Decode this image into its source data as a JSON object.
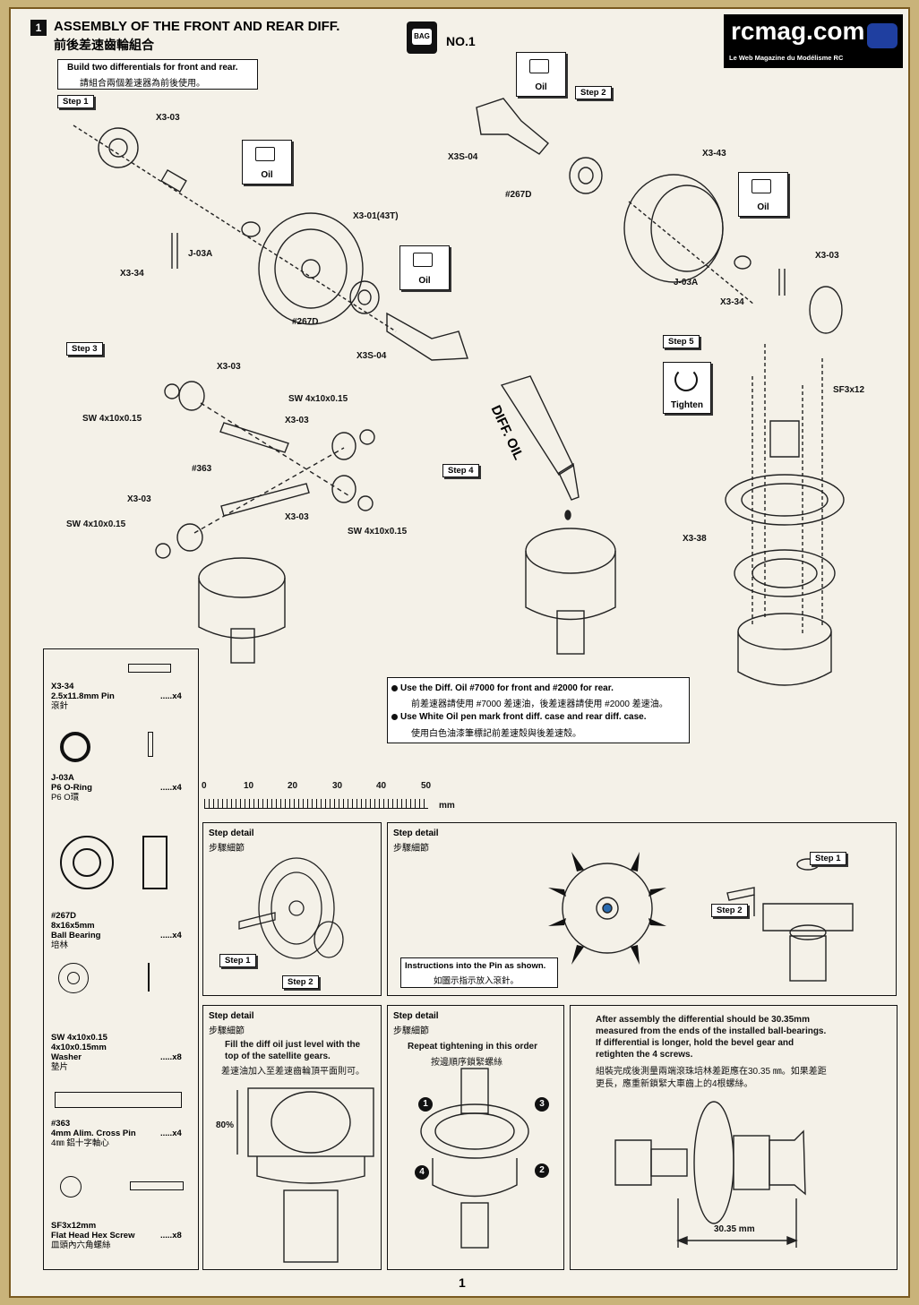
{
  "header": {
    "section_number": "1",
    "title": "ASSEMBLY OF THE FRONT AND REAR DIFF.",
    "title_cn": "前後差速齒輪組合",
    "bag_icon_label": "BAG",
    "bag_number": "NO.1",
    "intro": "Build two differentials for front and rear.",
    "intro_cn": "請組合兩個差速器為前後使用。"
  },
  "logo": {
    "text": "rcmag.com",
    "tagline": "Le Web Magazine du Modélisme RC"
  },
  "steps": {
    "step1": "Step 1",
    "step2": "Step 2",
    "step3": "Step 3",
    "step4": "Step 4",
    "step5": "Step 5"
  },
  "callouts": {
    "oil": "Oil",
    "tighten": "Tighten",
    "diff_oil_bottle": "DIFF. OIL"
  },
  "part_labels": {
    "x3_03": "X3-03",
    "x3_01": "X3-01(43T)",
    "j_03a": "J-03A",
    "x3_34": "X3-34",
    "d267": "#267D",
    "x3s_04": "X3S-04",
    "x3_43": "X3-43",
    "sw": "SW 4x10x0.15",
    "d363": "#363",
    "sf3x12": "SF3x12",
    "x3_38": "X3-38"
  },
  "notes": {
    "note1": "Use the Diff. Oil #7000 for front and  #2000 for rear.",
    "note1_cn": "前差速器請使用 #7000 差速油，後差速器請使用 #2000 差速油。",
    "note2": "Use White Oil pen mark front diff. case and rear diff. case.",
    "note2_cn": "使用白色油漆筆標記前差速殼與後差速殼。"
  },
  "parts_list": [
    {
      "code": "X3-34",
      "desc": "2.5x11.8mm Pin",
      "desc_cn": "滾針",
      "qty": ".....x4"
    },
    {
      "code": "J-03A",
      "desc": "P6 O-Ring",
      "desc_cn": "P6 O環",
      "qty": ".....x4"
    },
    {
      "code": "#267D",
      "desc": "8x16x5mm",
      "desc2": "Ball Bearing",
      "desc_cn": "培林",
      "qty": ".....x4"
    },
    {
      "code": "SW 4x10x0.15",
      "desc": "4x10x0.15mm",
      "desc2": "Washer",
      "desc_cn": "墊片",
      "qty": ".....x8"
    },
    {
      "code": "#363",
      "desc": "4mm Alim. Cross Pin",
      "desc_cn": "4㎜ 鋁十字軸心",
      "qty": ".....x4"
    },
    {
      "code": "SF3x12mm",
      "desc": "Flat Head Hex Screw",
      "desc_cn": "皿頭內六角螺絲",
      "qty": ".....x8"
    }
  ],
  "ruler": {
    "ticks": [
      "0",
      "10",
      "20",
      "30",
      "40",
      "50"
    ],
    "unit": "mm"
  },
  "detail_panels": {
    "title": "Step detail",
    "title_cn": "步驟細節",
    "p1_step1": "Step 1",
    "p1_step2": "Step 2",
    "p2_caption": "Instructions into the Pin as shown.",
    "p2_caption_cn": "如圖示指示放入滾針。",
    "p3_step1": "Step 1",
    "p3_step2": "Step 2",
    "p4_text1": "Fill the diff oil just level with the",
    "p4_text2": "top of the satellite gears.",
    "p4_text_cn": "差速油加入至差速齒輪頂平面則可。",
    "p4_percent": "80%",
    "p5_text": "Repeat tightening in this order",
    "p5_text_cn": "按邊順序鎖緊螺絲",
    "p5_nums": [
      "1",
      "2",
      "3",
      "4"
    ],
    "p6_text1": "After assembly the differential should be 30.35mm",
    "p6_text2": "measured from the ends of the installed ball-bearings.",
    "p6_text3": "If differential is longer, hold the bevel gear and",
    "p6_text4": "retighten the 4 screws.",
    "p6_text_cn1": "組裝完成後測量兩端滾珠培林差距應在30.35 ㎜。如果差距",
    "p6_text_cn2": "更長，應重新鎖緊大車齒上的4根螺絲。",
    "p6_dim": "30.35 mm"
  },
  "footer": {
    "page_number": "1"
  }
}
